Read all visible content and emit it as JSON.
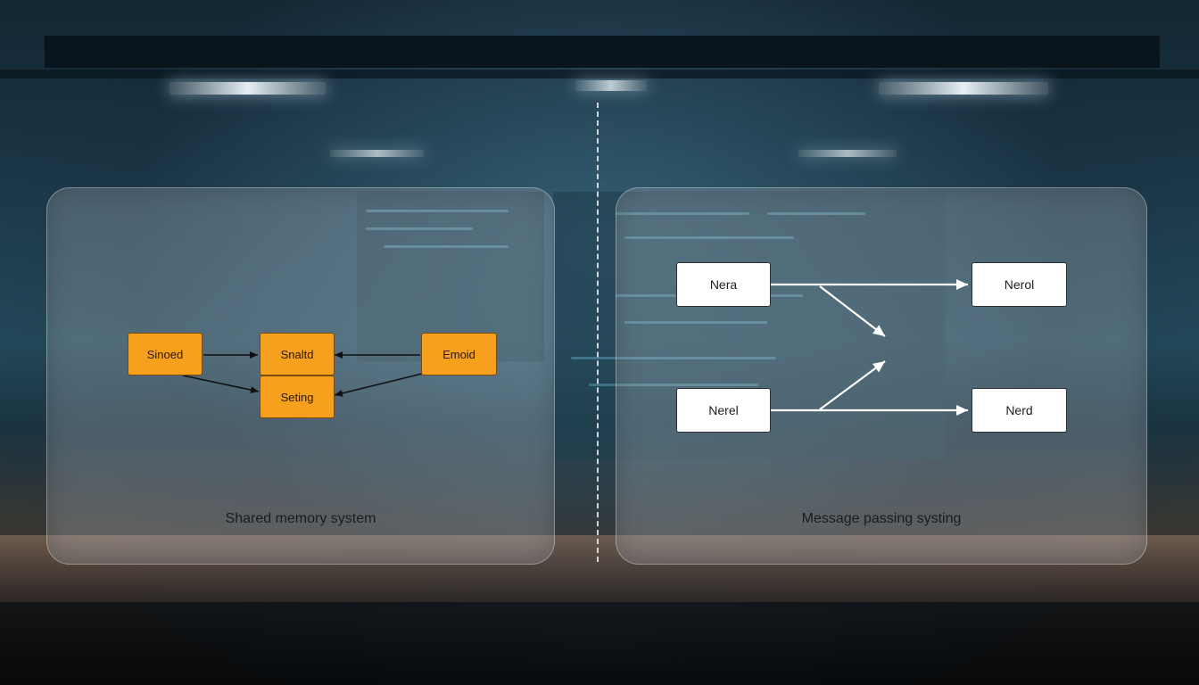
{
  "left_panel": {
    "caption": "Shared memory system",
    "nodes": {
      "sinoed": "Sinoed",
      "snaltd": "Snaltd",
      "emoid": "Emoid",
      "seting": "Seting"
    },
    "node_color": "#f7a01e"
  },
  "right_panel": {
    "caption": "Message passing systing",
    "nodes": {
      "nera": "Nera",
      "nerol_top": "Nerol",
      "nerel": "Nerel",
      "nerd": "Nerd"
    },
    "node_color": "#ffffff"
  }
}
